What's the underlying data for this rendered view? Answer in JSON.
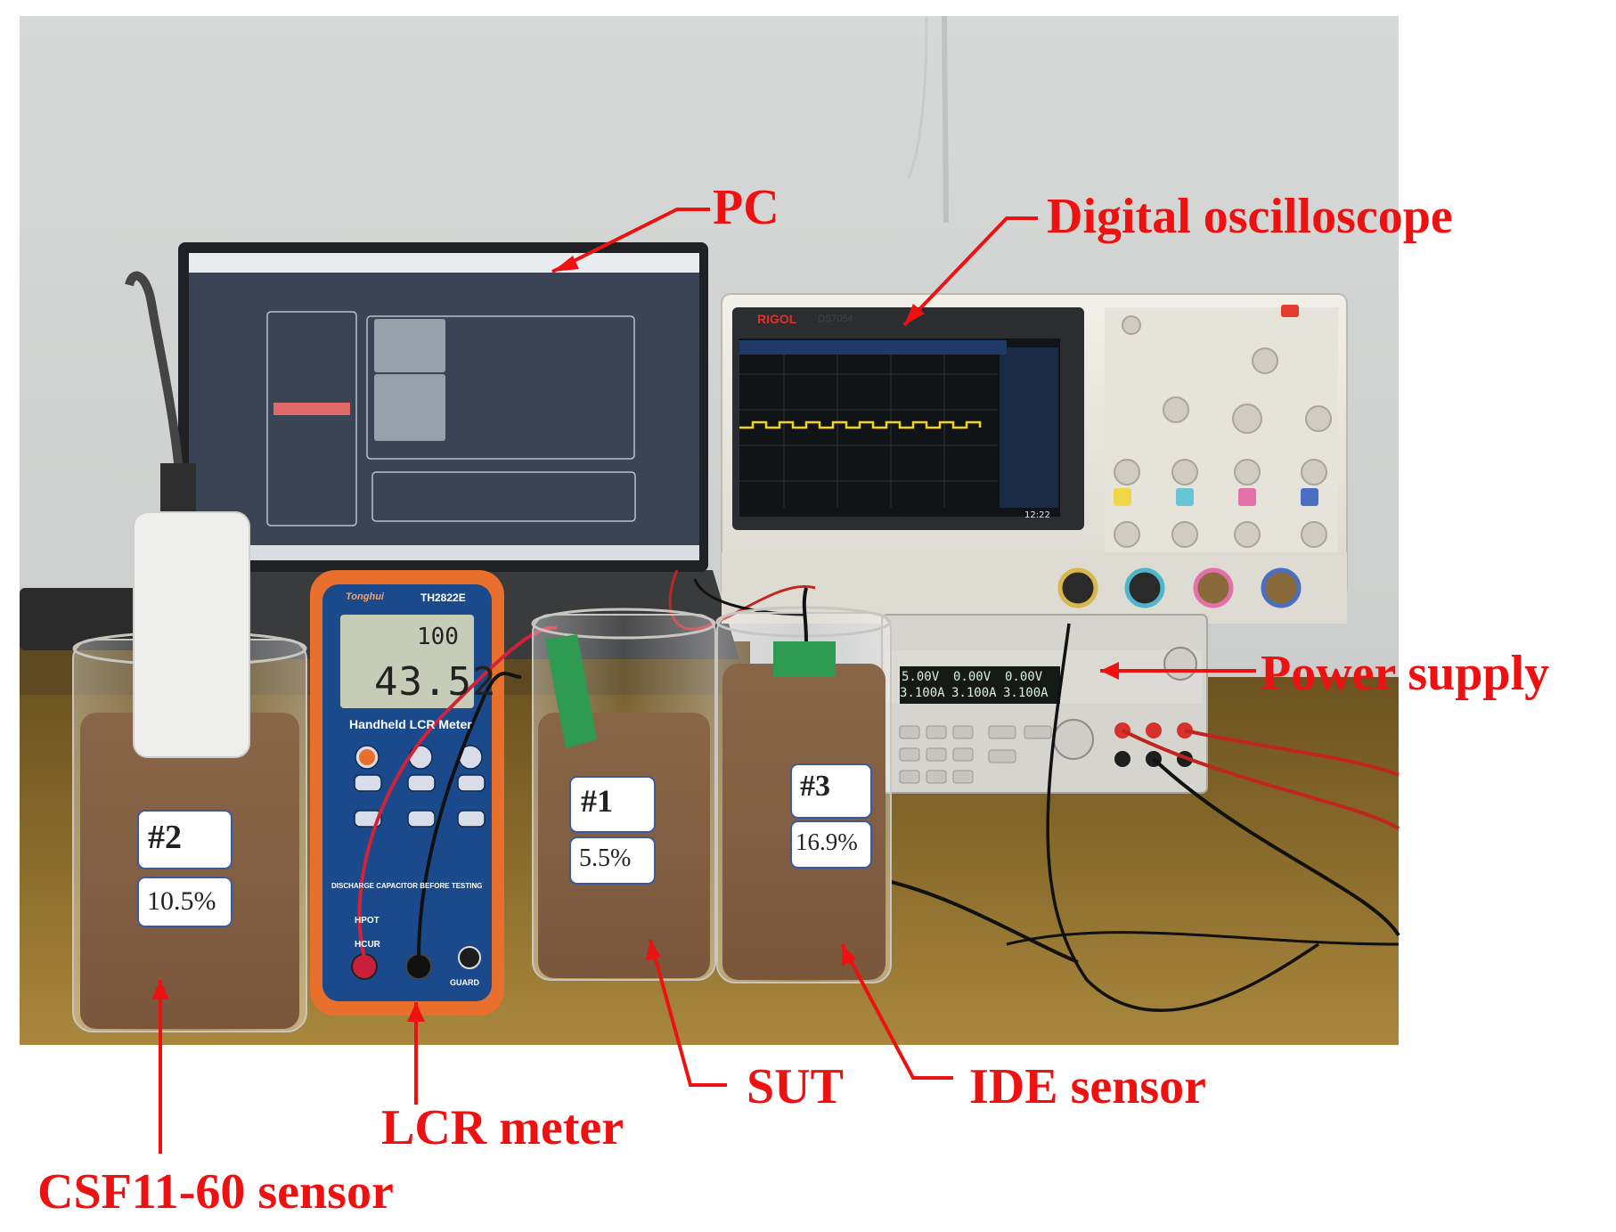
{
  "labels": {
    "pc": "PC",
    "oscilloscope": "Digital oscilloscope",
    "power_supply": "Power supply",
    "csf_sensor": "CSF11-60 sensor",
    "lcr_meter": "LCR meter",
    "sut": "SUT",
    "ide_sensor": "IDE sensor"
  },
  "jar_tags": {
    "jar2_id": "#2",
    "jar2_moisture": "10.5%",
    "jar1_id": "#1",
    "jar1_moisture": "5.5%",
    "jar3_id": "#3",
    "jar3_moisture": "16.9%"
  },
  "devices": {
    "lcr_brand": "Tonghui",
    "lcr_model": "TH2822E",
    "lcr_title": "Handheld LCR Meter",
    "lcr_reading_top": "100",
    "lcr_reading_main": "43.52",
    "lcr_warning": "DISCHARGE CAPACITOR BEFORE TESTING",
    "lcr_terminal_hpot": "HPOT",
    "lcr_terminal_hcur": "HCUR",
    "lcr_terminal_guard": "GUARD",
    "scope_brand": "RIGOL",
    "scope_model": "DS7054",
    "scope_time": "12:22",
    "psu_v1": "5.00V",
    "psu_v2": "0.00V",
    "psu_v3": "0.00V",
    "psu_a1": "3.100A",
    "psu_a2": "3.100A",
    "psu_a3": "3.100A"
  },
  "colors": {
    "annotation": "#ee1111"
  }
}
